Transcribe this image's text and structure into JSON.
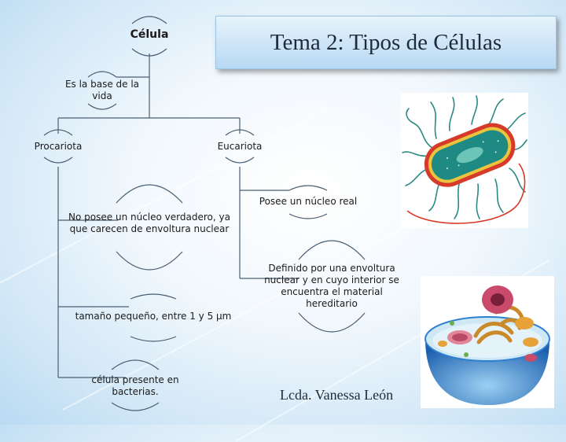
{
  "title": "Tema 2: Tipos de Células",
  "author": "Lcda. Vanessa León",
  "diagram": {
    "root": "Célula",
    "root_desc": "Es la base de la vida",
    "branches": {
      "procariota": {
        "label": "Procariota",
        "items": [
          "No posee un núcleo verdadero, ya que carecen de envoltura nuclear",
          "tamaño pequeño, entre 1 y 5 μm",
          "célula presente en bacterias."
        ]
      },
      "eucariota": {
        "label": "Eucariota",
        "items": [
          "Posee un núcleo real",
          "Definido por una envoltura nuclear y en cuyo interior se encuentra el material hereditario"
        ]
      }
    }
  },
  "colors": {
    "connector": "#4a5f73",
    "bacteria_wall": "#d63a2a",
    "bacteria_inner": "#1f8a84",
    "cell_blue": "#2d7fd0",
    "mitochondria": "#c94a6a",
    "golgi": "#e8a23a"
  },
  "icons": [
    "prokaryotic-bacterium-illustration",
    "eukaryotic-cell-illustration"
  ]
}
